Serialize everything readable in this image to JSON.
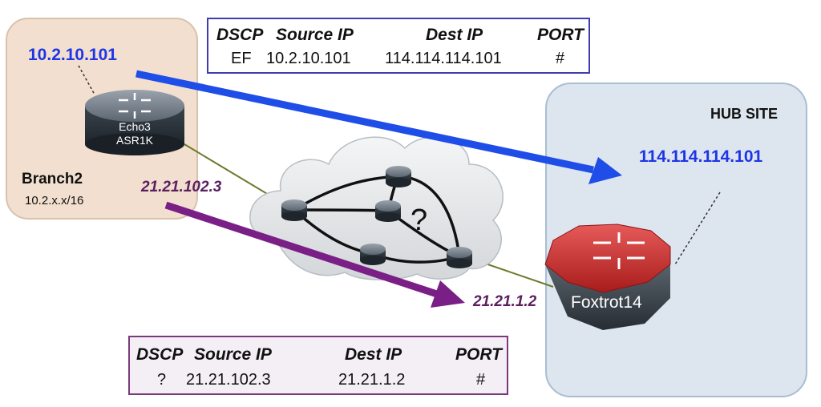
{
  "branch": {
    "name": "Branch2",
    "subnet": "10.2.x.x/16",
    "host_ip": "10.2.10.101",
    "router_name": "Echo3",
    "router_model": "ASR1K",
    "wan_ip": "21.21.102.3"
  },
  "hub": {
    "title": "HUB SITE",
    "dest_ip": "114.114.114.101",
    "router_name": "Foxtrot14",
    "wan_ip": "21.21.1.2"
  },
  "cloud": {
    "question": "?"
  },
  "inner_table": {
    "headers": [
      "DSCP",
      "Source IP",
      "Dest IP",
      "PORT"
    ],
    "values": [
      "EF",
      "10.2.10.101",
      "114.114.114.101",
      "#"
    ]
  },
  "outer_table": {
    "headers": [
      "DSCP",
      "Source IP",
      "Dest IP",
      "PORT"
    ],
    "values": [
      "?",
      "21.21.102.3",
      "21.21.1.2",
      "#"
    ]
  },
  "colors": {
    "inner_flow_arrow": "#1f4de8",
    "outer_flow_arrow": "#7a1f86",
    "branch_bg": "#f2dfcf",
    "hub_bg": "#dde5ee",
    "wan_link": "#6b7a2a"
  },
  "icons": {
    "branch_router": "router-icon",
    "hub_router": "octagon-router-icon",
    "cloud": "wan-cloud-icon"
  }
}
